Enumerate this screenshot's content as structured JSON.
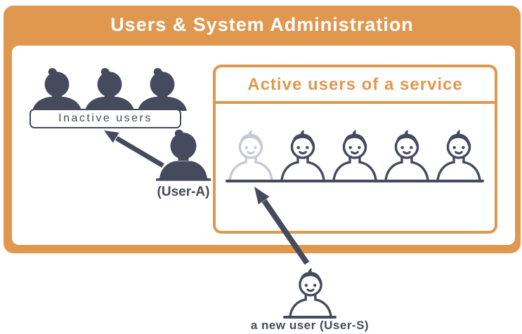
{
  "header": {
    "title": "Users & System Administration"
  },
  "colors": {
    "accent_orange": "#e0984f",
    "figure_navy": "#454a5c",
    "new_member_gray": "#c8cad2",
    "background": "#ffffff"
  },
  "inactive_group": {
    "label": "Inactive users",
    "count": 3,
    "icon": "user-bust-silhouette-icon"
  },
  "user_a": {
    "label": "(User-A)",
    "icon": "user-bust-silhouette-icon",
    "action": "arrow-to-inactive-users"
  },
  "active_box": {
    "title": "Active users of a service",
    "total_users": 5,
    "existing_users": 4,
    "joining_users": 1,
    "icon": "smiling-person-outline-icon"
  },
  "new_user": {
    "label": "a new user (User-S)",
    "icon": "smiling-person-outline-icon",
    "action": "arrow-to-active-users"
  }
}
